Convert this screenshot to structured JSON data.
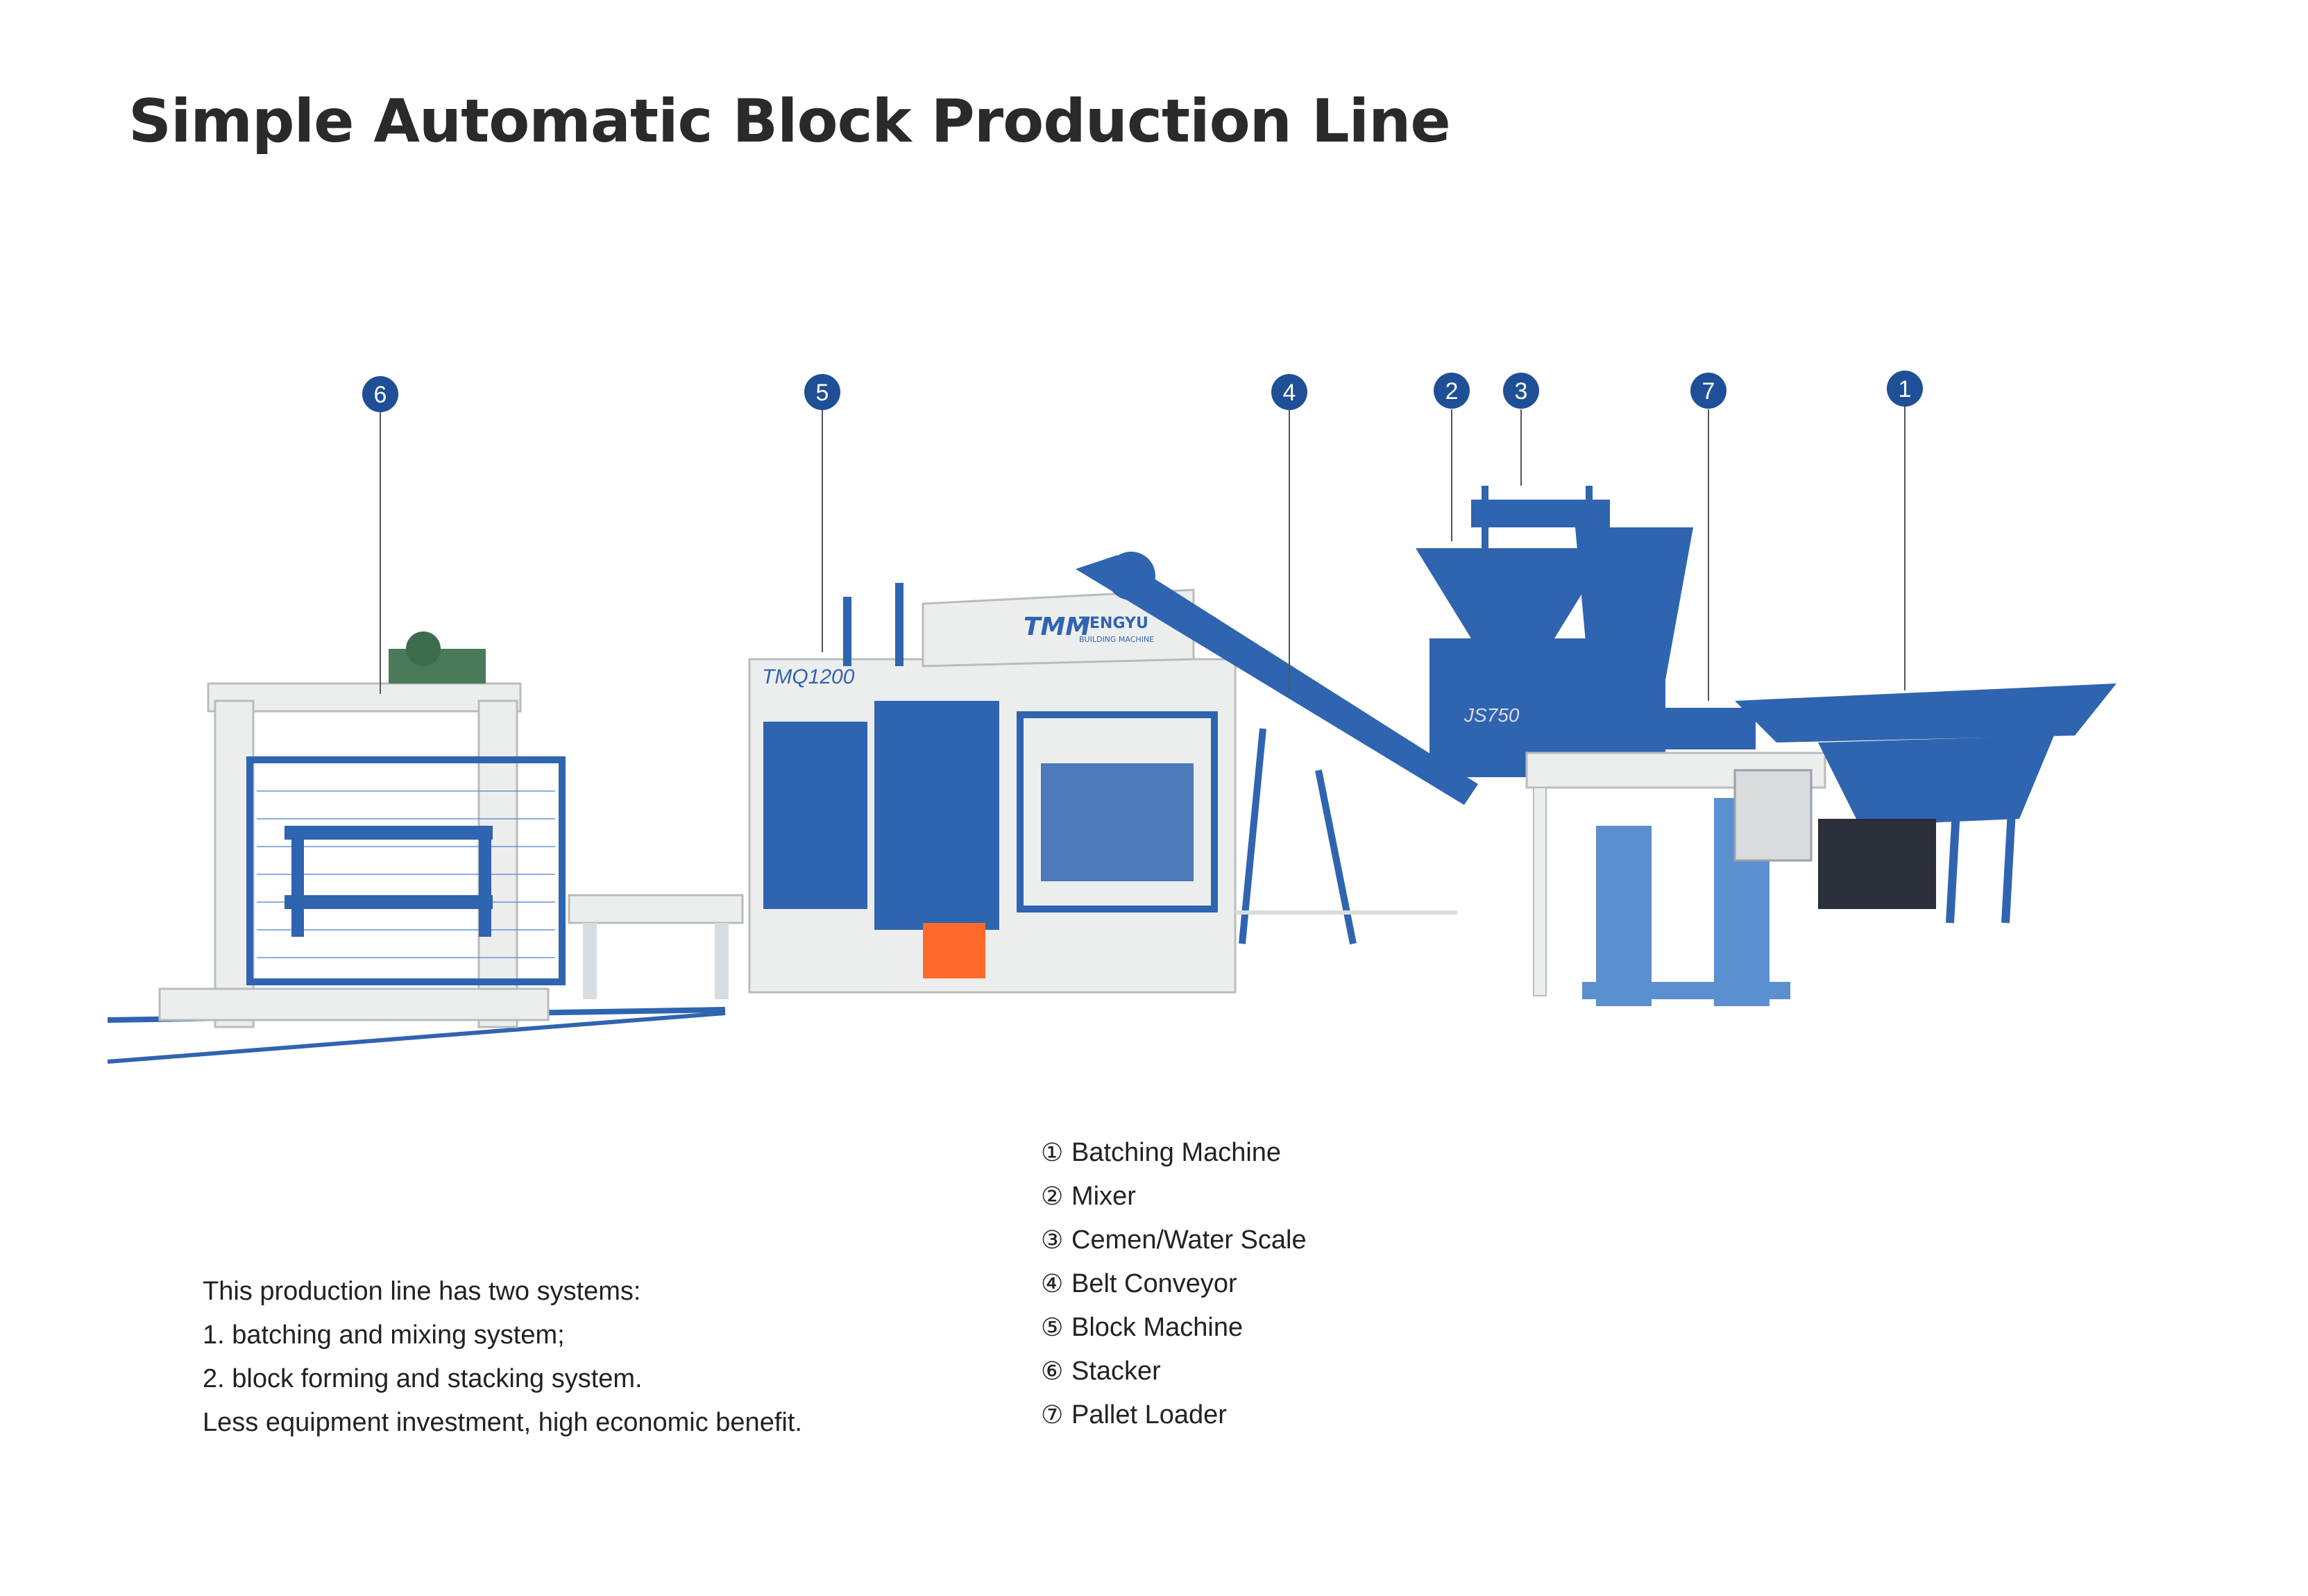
{
  "title": "Simple Automatic Block Production Line",
  "callouts": [
    "6",
    "5",
    "4",
    "2",
    "3",
    "7",
    "1"
  ],
  "machine_labels": {
    "block_machine_model": "TMQ1200",
    "brand_logo": "TMM",
    "brand_name": "TENGYU",
    "brand_sub": "BUILDING MACHINE",
    "mixer_model": "JS750"
  },
  "legend": [
    {
      "num": "①",
      "label": "Batching Machine"
    },
    {
      "num": "②",
      "label": "Mixer"
    },
    {
      "num": "③",
      "label": "Cemen/Water Scale"
    },
    {
      "num": "④",
      "label": "Belt Conveyor"
    },
    {
      "num": "⑤",
      "label": "Block Machine"
    },
    {
      "num": "⑥",
      "label": "Stacker"
    },
    {
      "num": "⑦",
      "label": "Pallet Loader"
    }
  ],
  "description": [
    "This production line has two systems:",
    "1. batching and mixing system;",
    "2. block forming and stacking system.",
    "Less equipment investment, high economic benefit."
  ],
  "colors": {
    "machine_blue": "#2f64b0",
    "machine_light_blue": "#5b8fd0",
    "frame_white": "#eceeee",
    "callout_circle": "#1f4f96"
  }
}
